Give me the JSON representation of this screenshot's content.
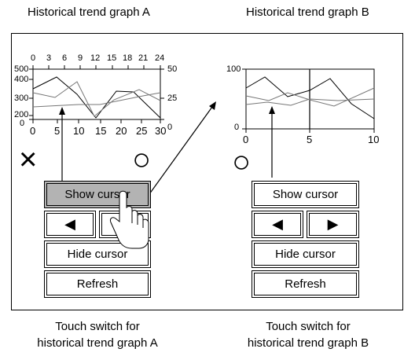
{
  "headers": {
    "graph_a": "Historical trend graph A",
    "graph_b": "Historical trend graph B"
  },
  "graph_a": {
    "top_axis_ticks": [
      "0",
      "3",
      "6",
      "9",
      "12",
      "15",
      "18",
      "21",
      "24"
    ],
    "left_axis_ticks": [
      "500",
      "400",
      "300",
      "200",
      "0"
    ],
    "right_axis_ticks": [
      "50",
      "25",
      "0"
    ],
    "bottom_axis_ticks": [
      "0",
      "5",
      "10",
      "15",
      "20",
      "25",
      "30"
    ],
    "mark": "×"
  },
  "graph_b": {
    "left_axis_ticks": [
      "100",
      "0"
    ],
    "bottom_axis_ticks": [
      "0",
      "5",
      "10"
    ],
    "mark": "○"
  },
  "mark_between": "○",
  "switches_a": {
    "show_cursor": "Show cursor",
    "left_arrow": "◀",
    "hide_cursor": "Hide cursor",
    "refresh": "Refresh"
  },
  "switches_b": {
    "show_cursor": "Show cursor",
    "left_arrow": "◀",
    "right_arrow": "▶",
    "hide_cursor": "Hide cursor",
    "refresh": "Refresh"
  },
  "captions": {
    "a_line1": "Touch switch for",
    "a_line2": "historical trend graph A",
    "b_line1": "Touch switch for",
    "b_line2": "historical trend graph B"
  },
  "colors": {
    "pressed": "#b3b3b3",
    "line": "#000000",
    "trend_light": "#777777"
  }
}
